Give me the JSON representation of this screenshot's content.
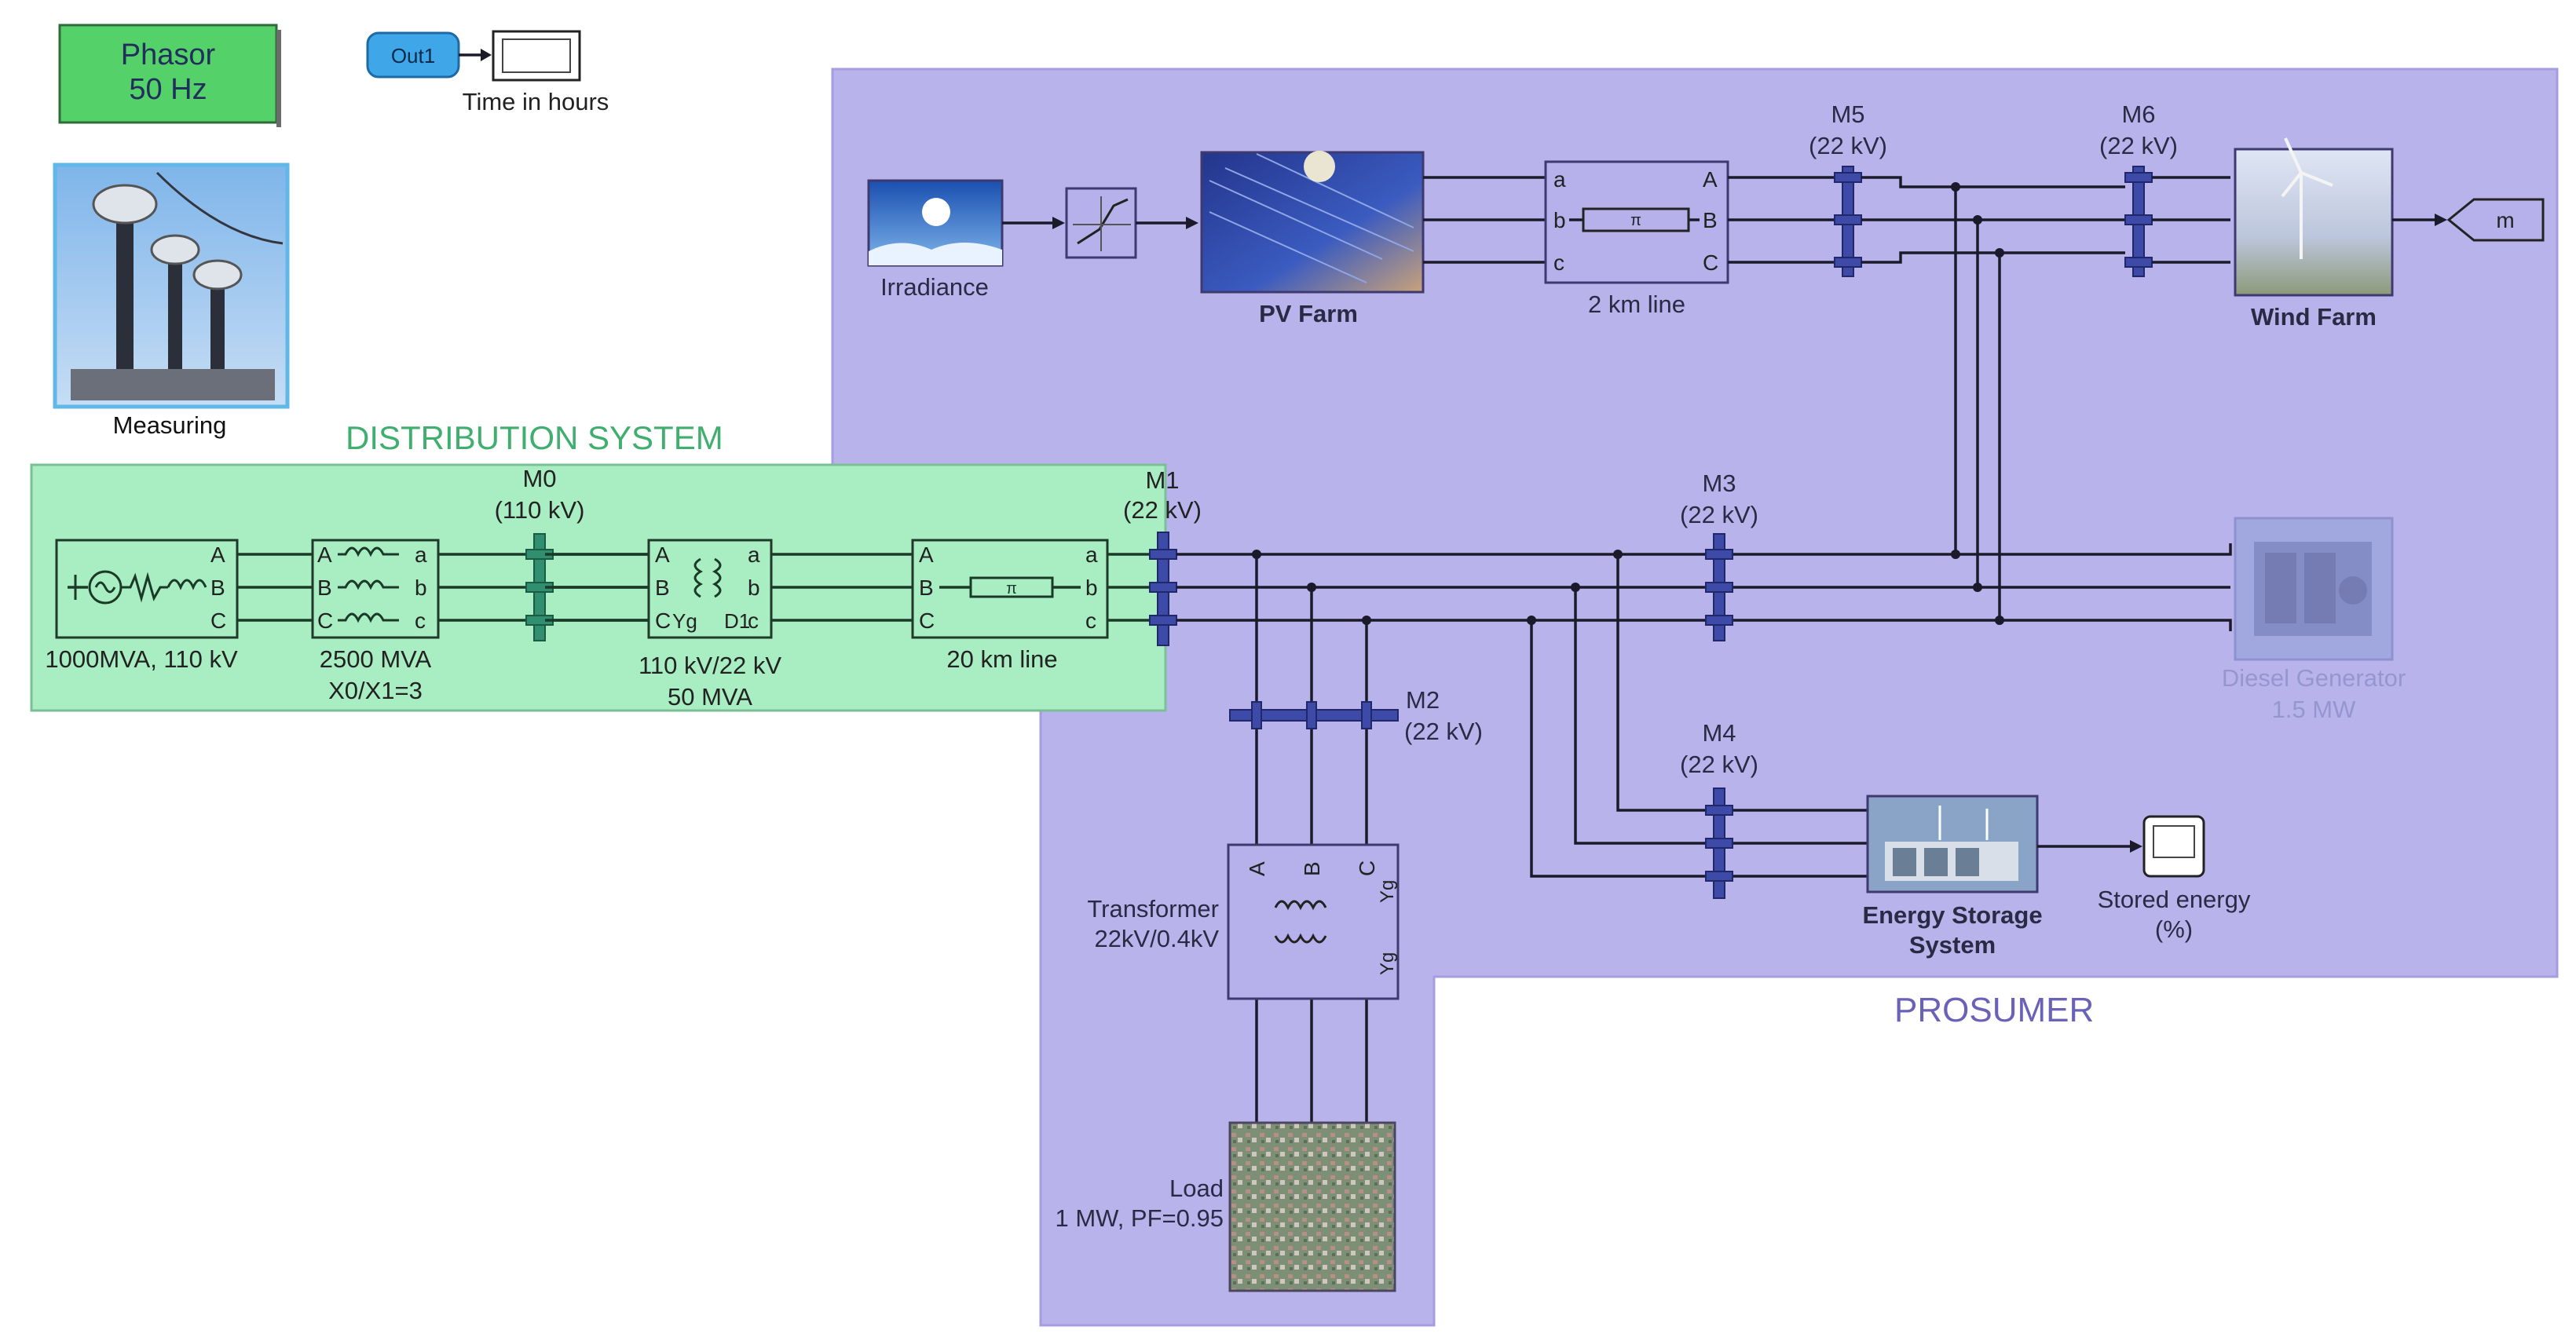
{
  "solver_block": {
    "line1": "Phasor",
    "line2": "50 Hz"
  },
  "time_block": {
    "port_label": "Out1",
    "caption": "Time in hours"
  },
  "measuring": {
    "caption": "Measuring"
  },
  "distribution": {
    "title": "DISTRIBUTION SYSTEM",
    "source": {
      "label": "1000MVA, 110 kV",
      "ports": [
        "A",
        "B",
        "C"
      ]
    },
    "impedance": {
      "label1": "2500 MVA",
      "label2": "X0/X1=3"
    },
    "transformer": {
      "label1": "110 kV/22 kV",
      "label2": "50 MVA",
      "wind1": "Yg",
      "wind2": "D1"
    },
    "line20": {
      "label": "20 km line"
    },
    "bus_m0": {
      "name": "M0",
      "voltage": "(110 kV)"
    },
    "bus_m1": {
      "name": "M1",
      "voltage": "(22 kV)"
    }
  },
  "prosumer": {
    "title": "PROSUMER",
    "irradiance": {
      "label": "Irradiance"
    },
    "pv": {
      "label": "PV Farm"
    },
    "line2": {
      "label": "2 km line"
    },
    "bus_m5": {
      "name": "M5",
      "voltage": "(22 kV)"
    },
    "bus_m6": {
      "name": "M6",
      "voltage": "(22 kV)"
    },
    "wind": {
      "label": "Wind Farm"
    },
    "goto": {
      "tag": "m"
    },
    "bus_m3": {
      "name": "M3",
      "voltage": "(22 kV)"
    },
    "bus_m2": {
      "name": "M2",
      "voltage": "(22 kV)"
    },
    "bus_m4": {
      "name": "M4",
      "voltage": "(22 kV)"
    },
    "diesel": {
      "label1": "Diesel Generator",
      "label2": "1.5 MW"
    },
    "ess": {
      "label1": "Energy Storage",
      "label2": "System"
    },
    "scope": {
      "label1": "Stored energy",
      "label2": "(%)"
    },
    "transformer": {
      "label1": "Transformer",
      "label2": "22kV/0.4kV",
      "wind": "Yg"
    },
    "load": {
      "label1": "Load",
      "label2": "1 MW, PF=0.95"
    }
  },
  "colors": {
    "distribution_bg": "#a8eec2",
    "prosumer_bg": "#b9b3ec",
    "solver_bg": "#55d16a",
    "distribution_title": "#3fae6e",
    "prosumer_title": "#6a62b8",
    "bus": "#3d4aa8"
  }
}
